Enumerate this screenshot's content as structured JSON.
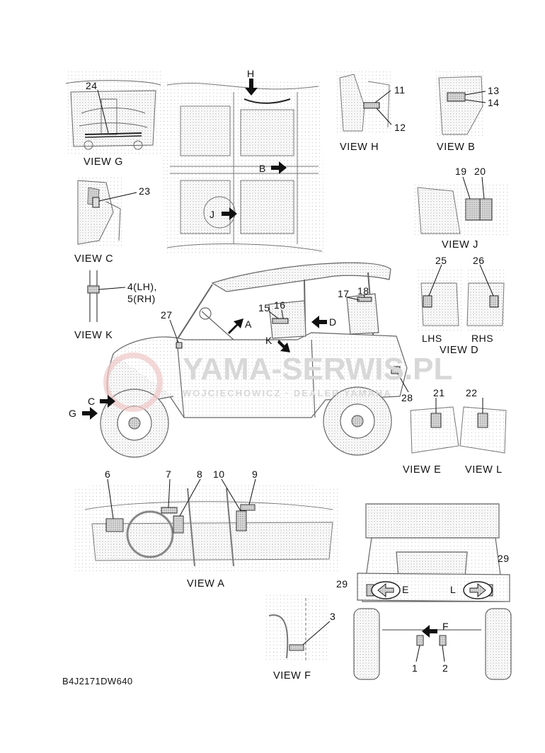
{
  "diagram": {
    "code": "B4J2171DW640",
    "watermark": {
      "brand": "YAMA-SERWIS.PL",
      "subtitle": "WOJCIECHOWICZ · DEALER YAMAHA"
    },
    "views": {
      "g": "VIEW G",
      "c": "VIEW C",
      "k": "VIEW K",
      "h": "VIEW H",
      "b": "VIEW B",
      "j": "VIEW J",
      "d": "VIEW D",
      "e": "VIEW E",
      "l": "VIEW L",
      "a": "VIEW A",
      "f": "VIEW F"
    },
    "sides": {
      "lhs": "LHS",
      "rhs": "RHS"
    },
    "letters": {
      "h": "H",
      "b": "B",
      "j": "J",
      "a": "A",
      "d": "D",
      "k": "K",
      "c": "C",
      "g": "G",
      "e": "E",
      "l": "L",
      "f": "F"
    },
    "parts": {
      "p1": "1",
      "p2": "2",
      "p3": "3",
      "p4": "4(LH),",
      "p5": "5(RH)",
      "p6": "6",
      "p7": "7",
      "p8": "8",
      "p9": "9",
      "p10": "10",
      "p11": "11",
      "p12": "12",
      "p13": "13",
      "p14": "14",
      "p15": "15",
      "p16": "16",
      "p17": "17",
      "p18": "18",
      "p19": "19",
      "p20": "20",
      "p21": "21",
      "p22": "22",
      "p23": "23",
      "p24": "24",
      "p25": "25",
      "p26": "26",
      "p27": "27",
      "p28": "28",
      "p29a": "29",
      "p29b": "29"
    }
  }
}
